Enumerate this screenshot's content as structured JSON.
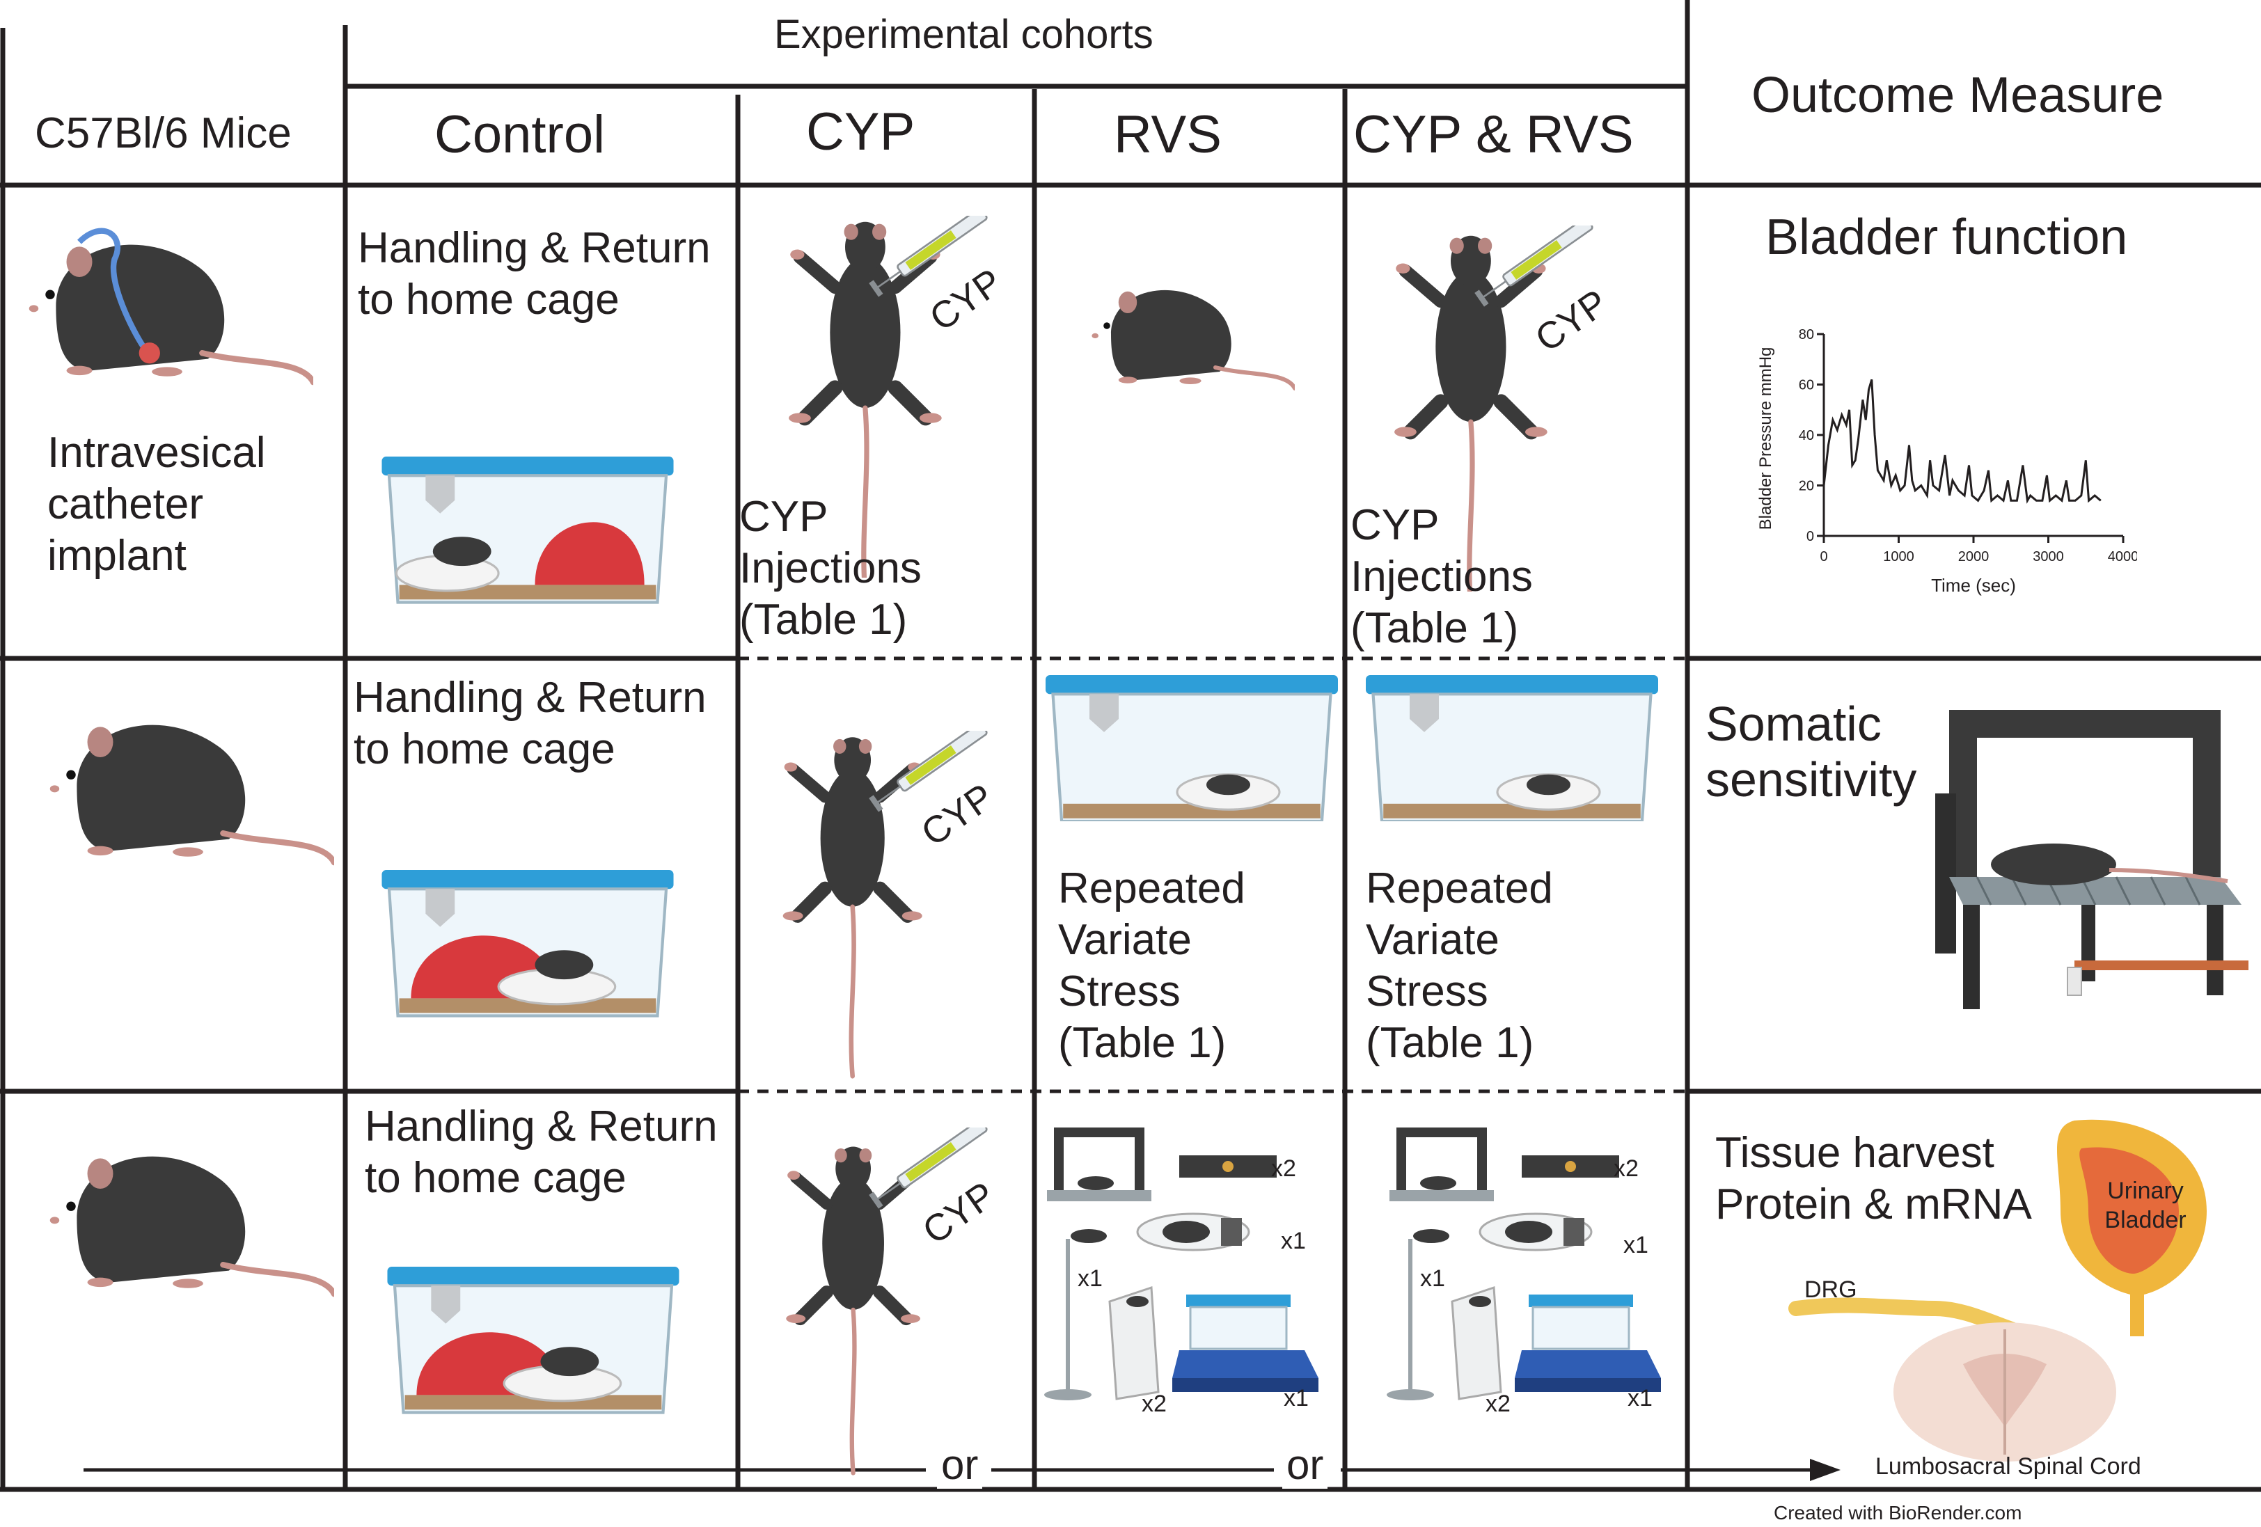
{
  "header": {
    "experimental_cohorts": "Experimental cohorts",
    "mice": "C57Bl/6 Mice",
    "outcome_measure": "Outcome Measure",
    "columns": [
      "Control",
      "CYP",
      "RVS",
      "CYP & RVS"
    ]
  },
  "rows": [
    {
      "first_col": [
        "Intravesical",
        "catheter",
        "implant"
      ],
      "control": [
        "Handling & Return",
        "to home cage"
      ],
      "cyp_label": [
        "CYP",
        "Injections",
        "(Table 1)"
      ],
      "cyp_rvs_label": [
        "CYP",
        "Injections",
        "(Table 1)"
      ],
      "syringe": "CYP",
      "outcome": "Bladder function"
    },
    {
      "control": [
        "Handling & Return",
        "to home cage"
      ],
      "rvs_label": [
        "Repeated",
        "Variate",
        "Stress",
        "(Table 1)"
      ],
      "cyp_rvs_label": [
        "Repeated",
        "Variate",
        "Stress",
        "(Table 1)"
      ],
      "syringe": "CYP",
      "outcome": [
        "Somatic",
        "sensitivity"
      ]
    },
    {
      "control": [
        "Handling & Return",
        "to home cage"
      ],
      "syringe": "CYP",
      "stress_counts": [
        "x2",
        "x1",
        "x1",
        "x2",
        "x1"
      ],
      "outcome": [
        "Tissue harvest",
        "Protein & mRNA"
      ],
      "bladder_label": [
        "Urinary",
        "Bladder"
      ],
      "drg_label": "DRG",
      "spinal_label": "Lumbosacral Spinal Cord"
    }
  ],
  "or_labels": [
    "or",
    "or"
  ],
  "credit": "Created with BioRender.com",
  "chart_data": {
    "type": "line",
    "title": "",
    "xlabel": "Time (sec)",
    "ylabel": "Bladder Pressure mmHg",
    "xlim": [
      0,
      4000
    ],
    "ylim": [
      0,
      80
    ],
    "xticks": [
      "0",
      "1000",
      "2000",
      "3000",
      "4000"
    ],
    "yticks": [
      "0",
      "20",
      "40",
      "60",
      "80"
    ],
    "series": [
      {
        "x": [
          0,
          60,
          120,
          180,
          240,
          300,
          340,
          380,
          420,
          460,
          520,
          560,
          600,
          640,
          680,
          720,
          760,
          800,
          840,
          900,
          960,
          1020,
          1080,
          1140,
          1180,
          1220,
          1300,
          1380,
          1420,
          1460,
          1540,
          1620,
          1680,
          1720,
          1800,
          1880,
          1940,
          1980,
          2060,
          2140,
          2200,
          2240,
          2320,
          2400,
          2460,
          2500,
          2580,
          2660,
          2720,
          2760,
          2840,
          2920,
          2980,
          3020,
          3100,
          3180,
          3240,
          3280,
          3360,
          3440,
          3500,
          3540,
          3620,
          3700
        ],
        "y": [
          20,
          36,
          46,
          42,
          48,
          44,
          50,
          28,
          30,
          38,
          54,
          46,
          58,
          62,
          40,
          26,
          24,
          22,
          30,
          20,
          24,
          18,
          20,
          36,
          22,
          18,
          20,
          16,
          30,
          20,
          18,
          32,
          16,
          22,
          18,
          16,
          28,
          16,
          14,
          18,
          26,
          14,
          16,
          14,
          22,
          14,
          14,
          28,
          14,
          16,
          14,
          14,
          24,
          14,
          16,
          14,
          22,
          14,
          14,
          16,
          30,
          14,
          16,
          14
        ]
      }
    ]
  }
}
